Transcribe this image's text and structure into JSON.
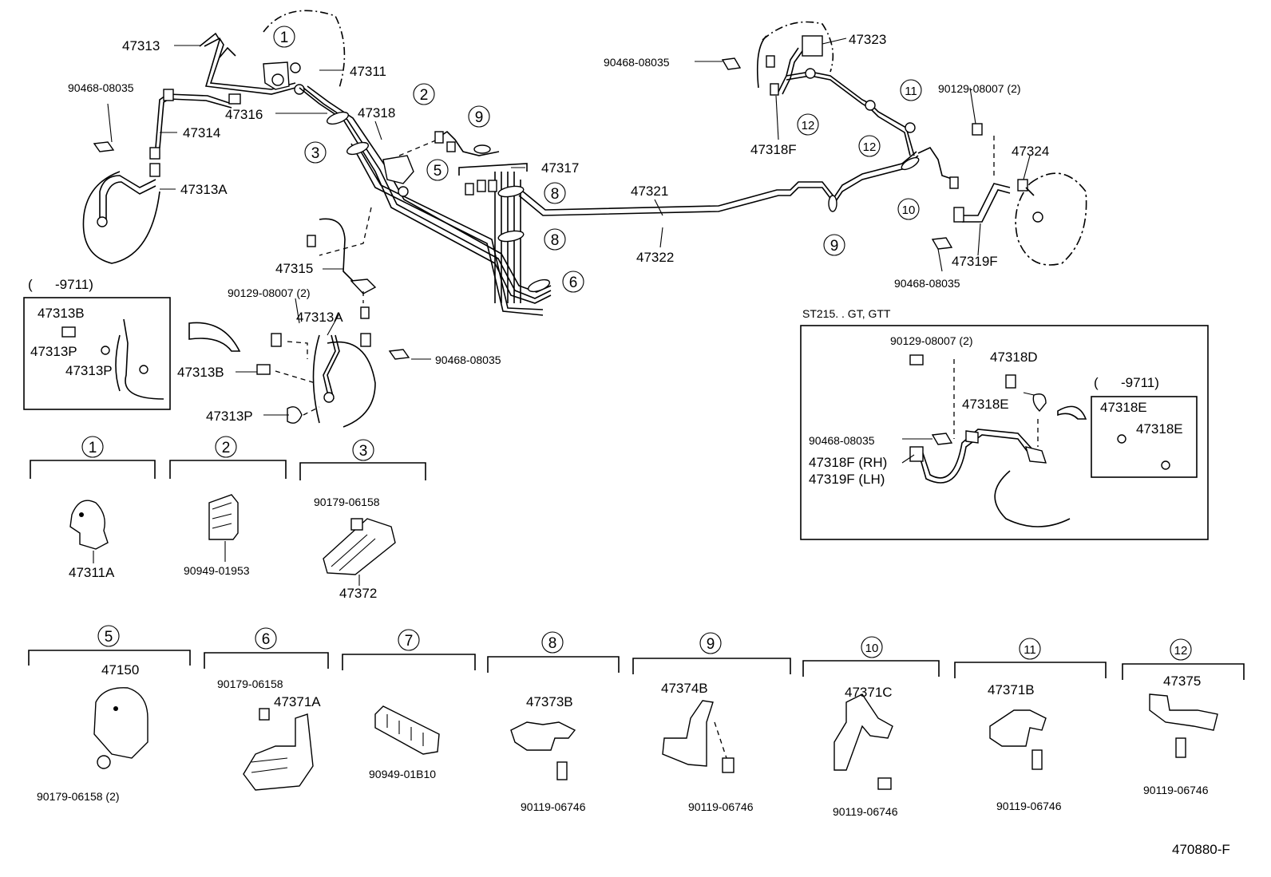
{
  "diagram_code": "470880-F",
  "date_range_labels": [
    "(      -9711)",
    "(      -9711)"
  ],
  "model_note": "ST215. . GT, GTT",
  "callouts": [
    "1",
    "2",
    "3",
    "5",
    "6",
    "7",
    "8",
    "9",
    "10",
    "11",
    "12"
  ],
  "parts": {
    "p47313": "47313",
    "p47311": "47311",
    "p90468a": "90468-08035",
    "p47316": "47316",
    "p47314": "47314",
    "p47318": "47318",
    "p47313A": "47313A",
    "p47317": "47317",
    "p47315": "47315",
    "p90129a": "90129-08007 (2)",
    "p47313A2": "47313A",
    "p47313B": "47313B",
    "p47313P": "47313P",
    "p90468b": "90468-08035",
    "p47321": "47321",
    "p47322": "47322",
    "p90468c": "90468-08035",
    "p47323": "47323",
    "p47318F": "47318F",
    "p90129b": "90129-08007 (2)",
    "p47324": "47324",
    "p47319F": "47319F",
    "p90468d": "90468-08035"
  },
  "inset_left": {
    "b": "47313B",
    "p1": "47313P",
    "p2": "47313P"
  },
  "inset_right": {
    "bolt": "90129-08007 (2)",
    "d": "47318D",
    "e": "47318E",
    "clip": "90468-08035",
    "rh": "47318F (RH)",
    "lh": "47319F (LH)",
    "box_e1": "47318E",
    "box_e2": "47318E"
  },
  "detail_groups": [
    {
      "id": "1",
      "labels": [
        "47311A"
      ]
    },
    {
      "id": "2",
      "labels": [
        "90949-01953"
      ]
    },
    {
      "id": "3",
      "labels": [
        "90179-06158",
        "47372"
      ]
    },
    {
      "id": "5",
      "labels": [
        "47150",
        "90179-06158 (2)"
      ]
    },
    {
      "id": "6",
      "labels": [
        "90179-06158",
        "47371A"
      ]
    },
    {
      "id": "7",
      "labels": [
        "90949-01B10"
      ]
    },
    {
      "id": "8",
      "labels": [
        "47373B",
        "90119-06746"
      ]
    },
    {
      "id": "9",
      "labels": [
        "47374B",
        "90119-06746"
      ]
    },
    {
      "id": "10",
      "labels": [
        "47371C",
        "90119-06746"
      ]
    },
    {
      "id": "11",
      "labels": [
        "47371B",
        "90119-06746"
      ]
    },
    {
      "id": "12",
      "labels": [
        "47375",
        "90119-06746"
      ]
    }
  ]
}
